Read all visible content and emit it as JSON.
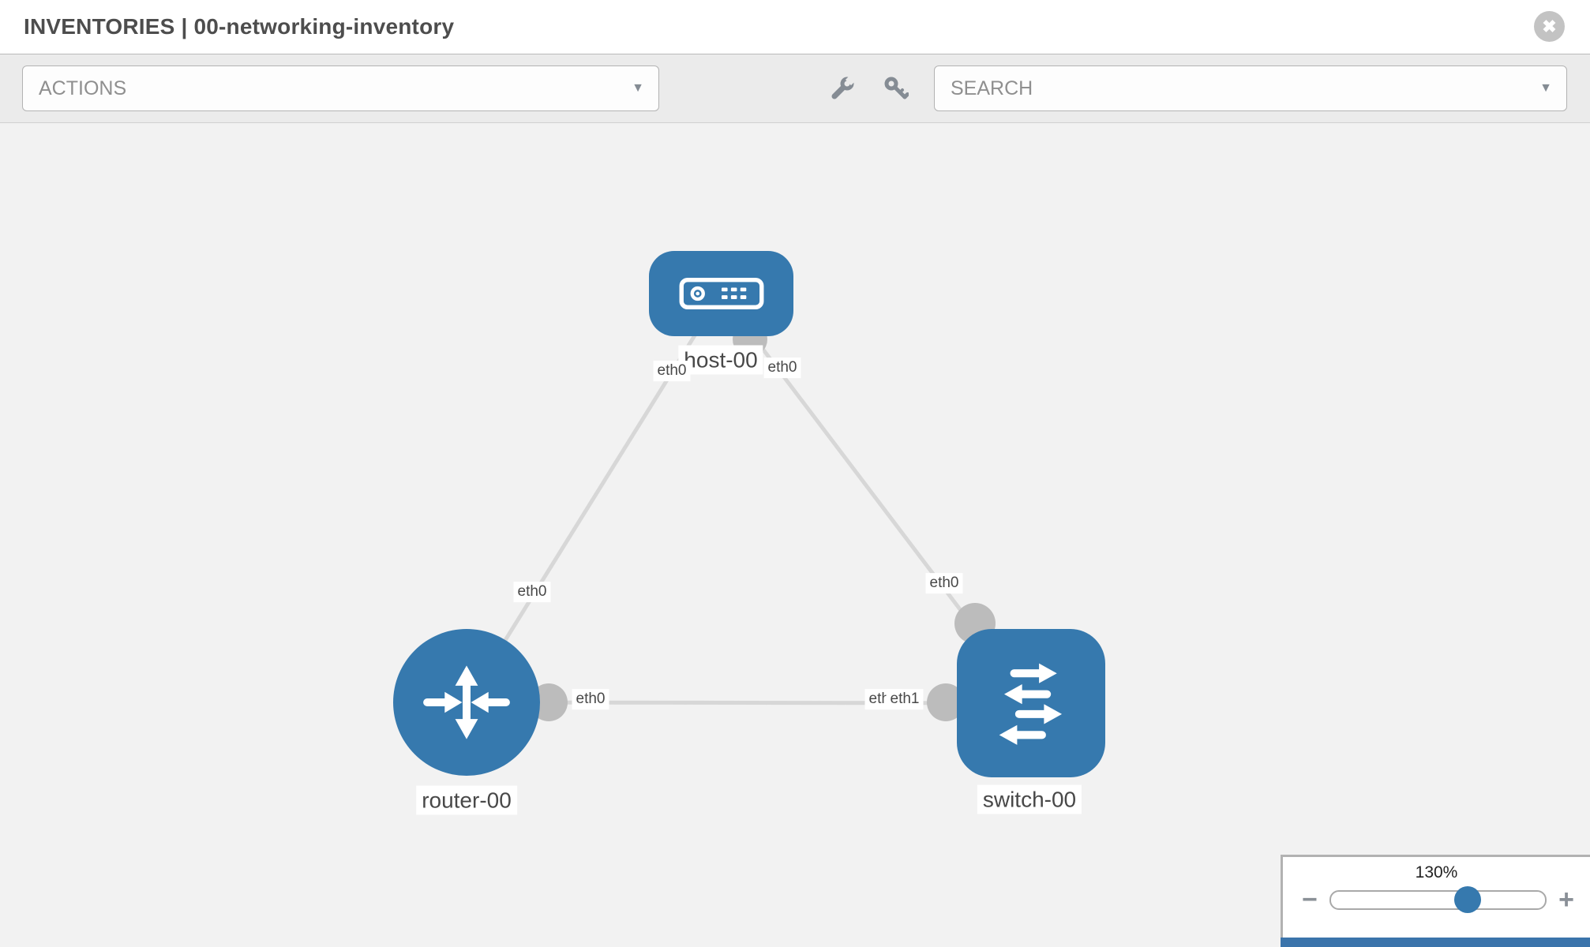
{
  "header": {
    "title": "INVENTORIES | 00-networking-inventory"
  },
  "glyphs": {
    "close": "✖",
    "caret": "▼",
    "wrench": "wrench-icon",
    "key": "key-icon"
  },
  "toolbar": {
    "actions_label": "ACTIONS",
    "search_label": "SEARCH"
  },
  "canvas": {
    "nodes": [
      {
        "label": "host-00",
        "type": "host"
      },
      {
        "label": "router-00",
        "type": "router"
      },
      {
        "label": "switch-00",
        "type": "switch"
      }
    ],
    "links": [
      {
        "source": "host-00",
        "target": "router-00",
        "source_interface": "eth0",
        "target_interface": "eth0"
      },
      {
        "source": "host-00",
        "target": "switch-00",
        "source_interface": "eth0",
        "target_interface": "eth0"
      },
      {
        "source": "router-00",
        "target": "switch-00",
        "source_interface": "eth0",
        "target_interface": "eth1",
        "target_interface_duplicate": "eth1"
      }
    ]
  },
  "zoom_control": {
    "level": "130%",
    "minus": "−",
    "plus": "+"
  },
  "colors": {
    "node_fill": "#3679ae",
    "link_stroke": "#d7d7d7",
    "endpoint_fill": "#bcbcbc",
    "toolbar_bg": "#ebebeb",
    "canvas_bg": "#f2f2f2"
  }
}
